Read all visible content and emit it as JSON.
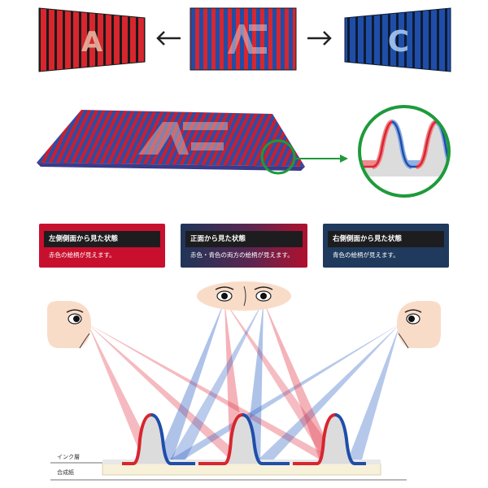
{
  "colors": {
    "red": "#d7262e",
    "blue": "#1f4ea8",
    "green": "#1e9a3b",
    "cream": "#f7f1d9",
    "skin": "#f9dcc8"
  },
  "icons": {
    "arrow_left": "left-arrow-icon",
    "arrow_right": "right-arrow-icon"
  },
  "panels": {
    "left_letter": "A",
    "right_letter": "C"
  },
  "cards": [
    {
      "title": "左側側面から見た状態",
      "desc": "赤色の絵柄が見えます。"
    },
    {
      "title": "正面から見た状態",
      "desc": "赤色・青色の両方の絵柄が見えます。"
    },
    {
      "title": "右側側面から見た状態",
      "desc": "青色の絵柄が見えます。"
    }
  ],
  "layers": {
    "ink": "インク層",
    "paper": "合成紙"
  }
}
